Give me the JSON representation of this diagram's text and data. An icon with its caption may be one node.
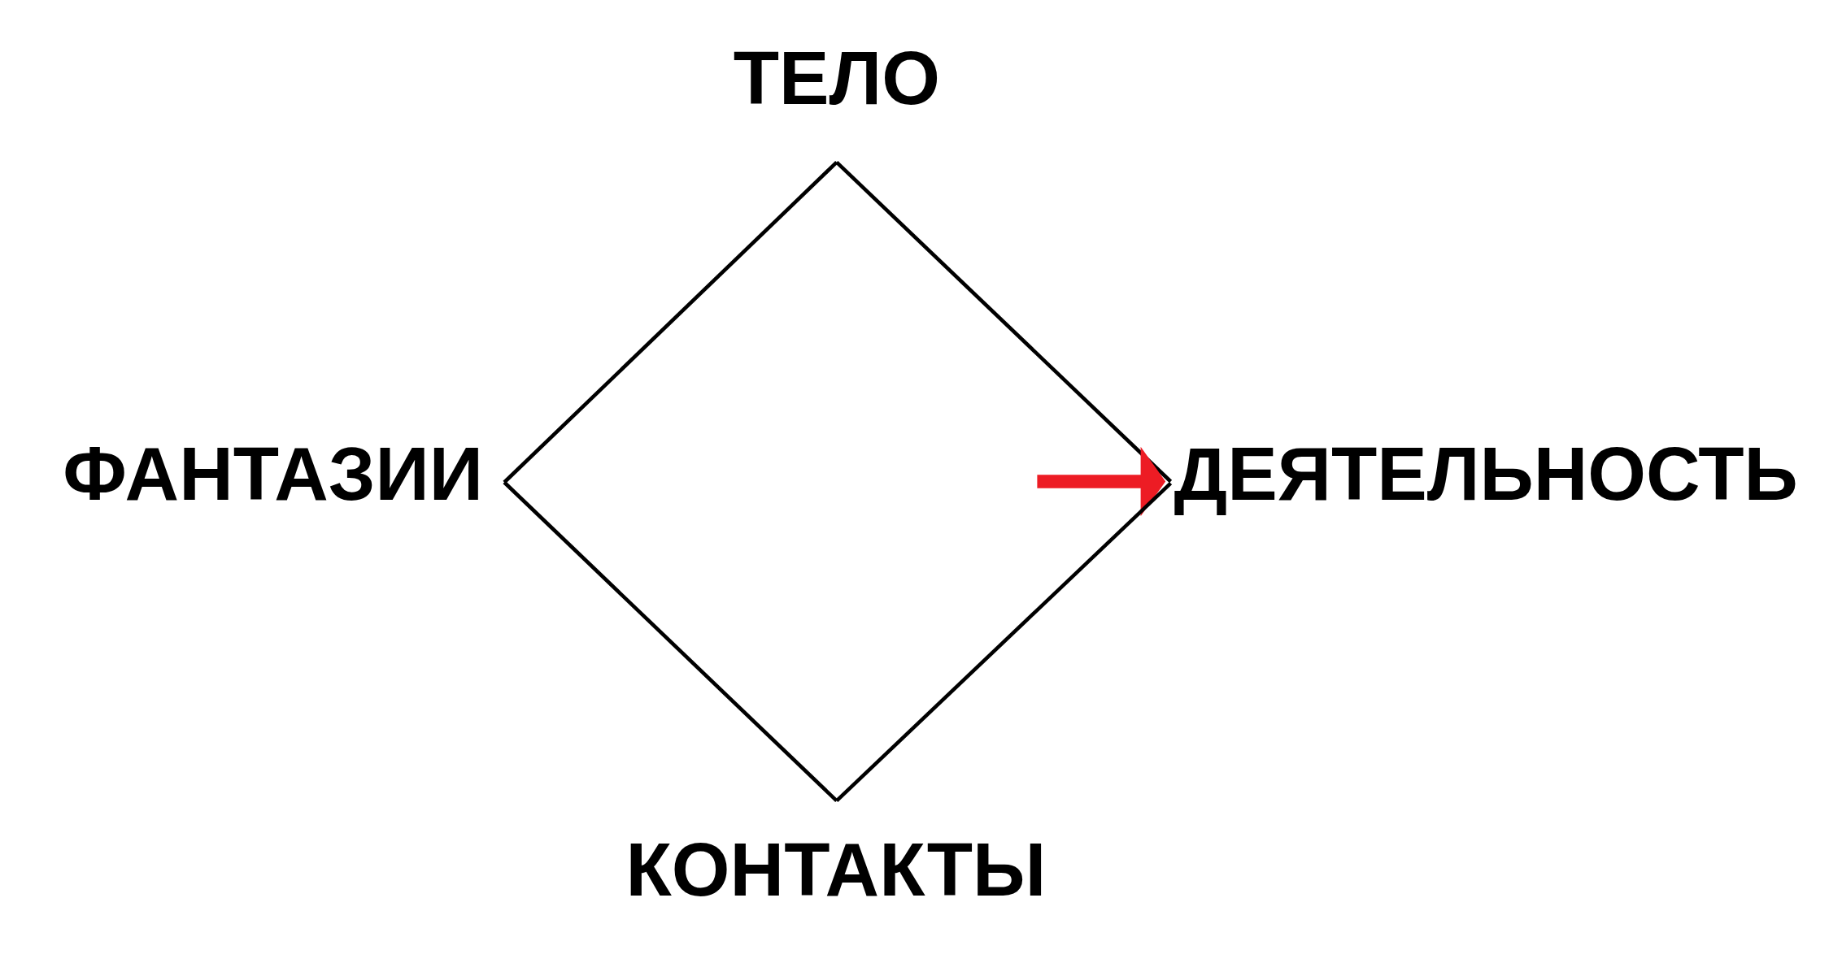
{
  "diagram": {
    "nodes": [
      {
        "text": [
          "ТЕЛО"
        ]
      },
      {
        "text": [
          "ФАНТАЗИИ"
        ]
      },
      {
        "text": [
          "ДЕЯТЕЛЬНОСТЬ"
        ]
      },
      {
        "text": [
          "КОНТАКТЫ"
        ]
      }
    ],
    "edges": [
      {
        "from": 0,
        "to": 1,
        "arrow": "none"
      },
      {
        "from": 0,
        "to": 2,
        "arrow": "none"
      },
      {
        "from": 1,
        "to": 3,
        "arrow": "none"
      },
      {
        "from": 2,
        "to": 3,
        "arrow": "none"
      },
      {
        "from": null,
        "to": 2,
        "arrow": "to",
        "style": "thick",
        "color": "#ed1c24"
      }
    ]
  }
}
